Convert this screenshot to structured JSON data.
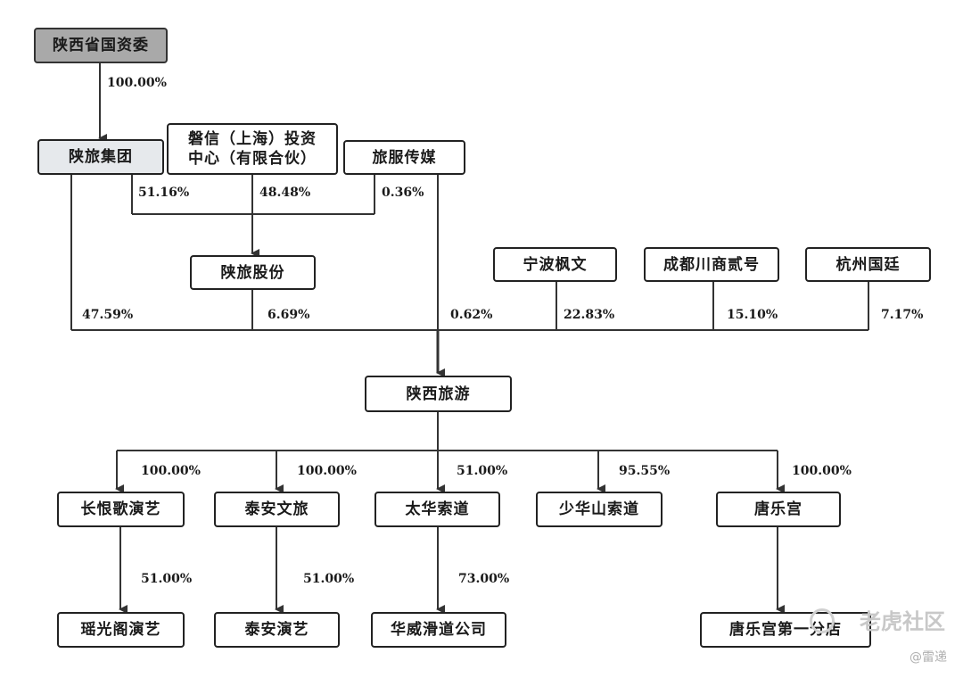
{
  "nodes": {
    "shaanxi_sasac": "陕西省国资委",
    "shaanlv_group": "陕旅集团",
    "panxin_shanghai": "磐信（上海）投资\n中心（有限合伙）",
    "lvfu_media": "旅服传媒",
    "shaanlv_shares": "陕旅股份",
    "ningbo_fengwen": "宁波枫文",
    "chengdu_chuanshang": "成都川商贰号",
    "hangzhou_guoting": "杭州国廷",
    "shaanxi_tourism": "陕西旅游",
    "changhen_ge": "长恨歌演艺",
    "qinan_wenlv": "泰安文旅",
    "taihua_suodao": "太华索道",
    "shaohuashan_suodao": "少华山索道",
    "tang_palace": "唐乐宫",
    "yaoguangge": "瑶光阁演艺",
    "taian_yanyi": "泰安演艺",
    "huawei_huadao": "华威滑道公司",
    "tang_palace_branch": "唐乐宫第一分店"
  },
  "percentages": {
    "sasac_to_group": "100.00%",
    "group_to_shares": "51.16%",
    "panxin_to_shares": "48.48%",
    "media_to_shares": "0.36%",
    "group_to_tourism": "47.59%",
    "shares_to_tourism": "6.69%",
    "media_to_tourism": "0.62%",
    "ningbo_to_tourism": "22.83%",
    "chengdu_to_tourism": "15.10%",
    "hangzhou_to_tourism": "7.17%",
    "tourism_to_changhen": "100.00%",
    "tourism_to_qinan": "100.00%",
    "tourism_to_taihua": "51.00%",
    "tourism_to_shaohuashan": "95.55%",
    "tourism_to_tang": "100.00%",
    "changhen_to_yaoguang": "51.00%",
    "qinan_to_taian": "51.00%",
    "taihua_to_huawei": "73.00%"
  },
  "watermark": {
    "main": "老虎社区",
    "sub": "@雷递"
  }
}
